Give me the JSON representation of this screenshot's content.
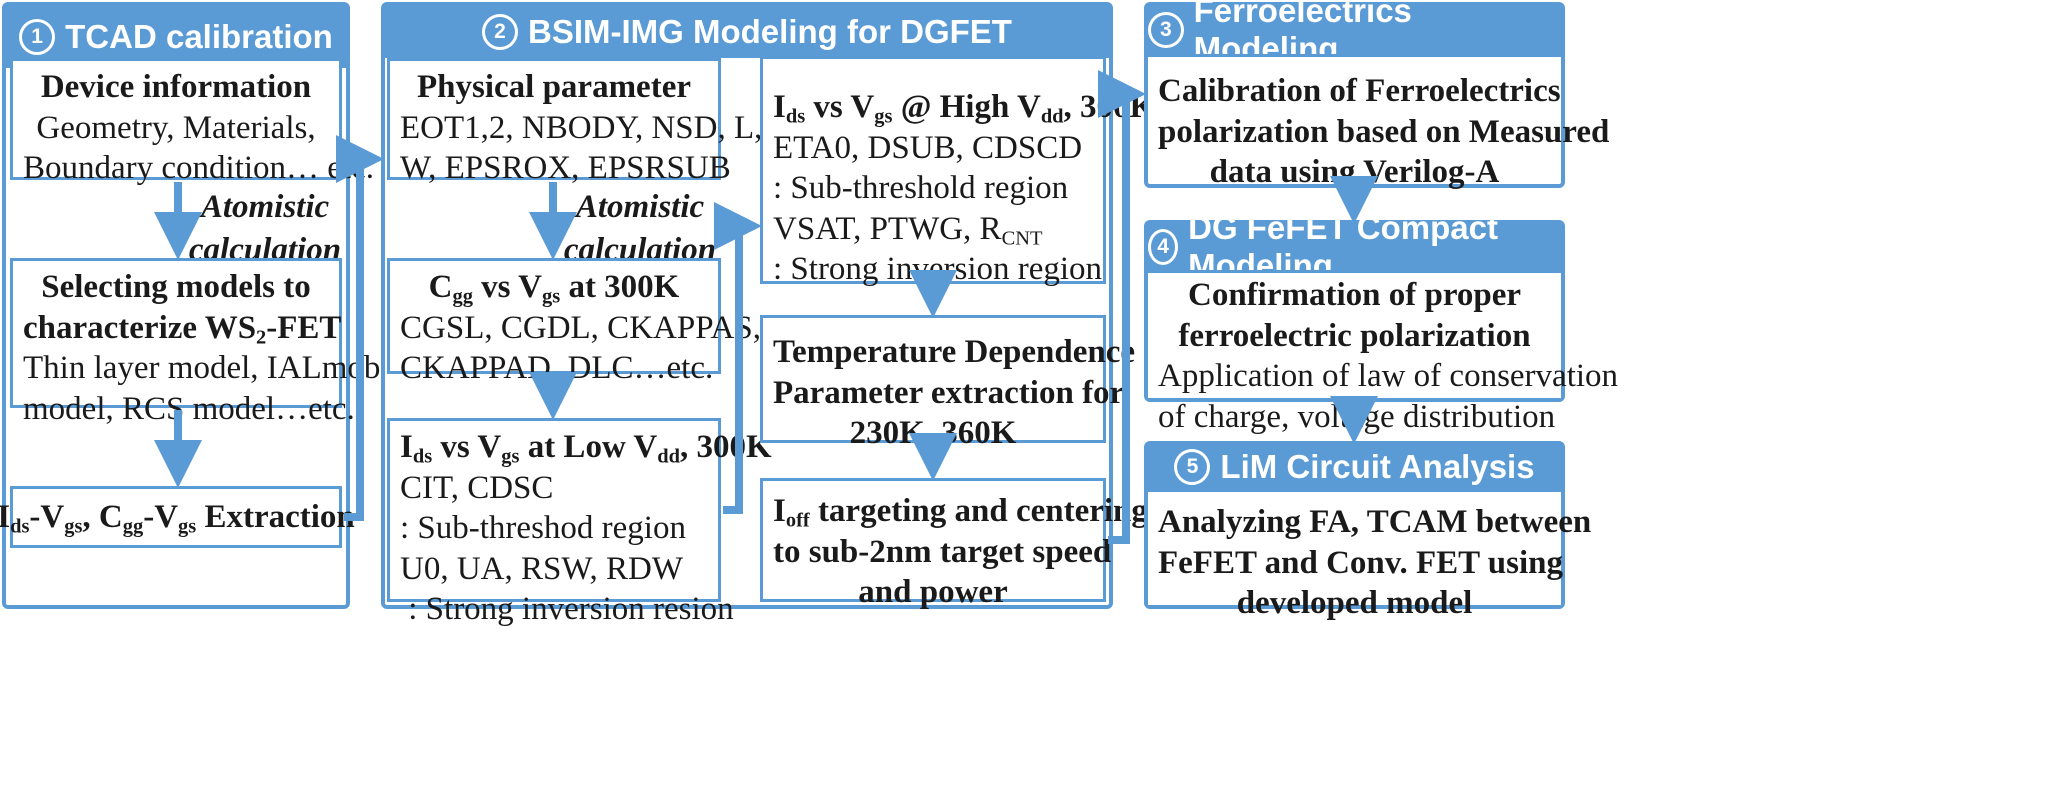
{
  "panels": {
    "p1": {
      "num": "1",
      "title": "TCAD calibration"
    },
    "p2": {
      "num": "2",
      "title": "BSIM-IMG Modeling for DGFET"
    },
    "p3": {
      "num": "3",
      "title": "Ferroelectrics Modeling"
    },
    "p4": {
      "num": "4",
      "title": "DG FeFET Compact Modeling"
    },
    "p5": {
      "num": "5",
      "title": "LiM Circuit Analysis"
    }
  },
  "tcad": {
    "device_info": {
      "title": "Device information",
      "l1": "Geometry, Materials,",
      "l2": "Boundary condition… etc."
    },
    "atomistic": {
      "l1": "Atomistic",
      "l2": "calculation"
    },
    "models": {
      "t1": "Selecting models to",
      "t2a": "characterize WS",
      "t2sub": "2",
      "t2b": "-FET",
      "l1": "Thin layer model, IALmob",
      "l2": "model, RCS model…etc."
    },
    "extraction": {
      "i": "I",
      "ds": "ds",
      "dashv": "-V",
      "gs1": "gs",
      "comma_c": ", C",
      "gg": "gg",
      "dashv2": "-V",
      "gs2": "gs",
      "rest": " Extraction"
    }
  },
  "bsim": {
    "physical": {
      "title": "Physical parameter",
      "l1": "EOT1,2, NBODY, NSD, L,",
      "l2": "W, EPSROX, EPSRSUB"
    },
    "atomistic": {
      "l1": "Atomistic",
      "l2": "calculation"
    },
    "cgg": {
      "c": "C",
      "gg": "gg",
      "vs": " vs V",
      "gs": "gs",
      "rest": " at 300K",
      "l1": "CGSL, CGDL, CKAPPAS,",
      "l2": "CKAPPAD, DLC…etc."
    },
    "low": {
      "i": "I",
      "ds": "ds",
      "vs": " vs V",
      "gs": "gs",
      "mid": " at Low V",
      "dd": "dd",
      "rest": ", 300K",
      "l1": "CIT, CDSC",
      "l2": ": Sub-threshod region",
      "l3": "U0, UA, RSW, RDW",
      "l4": " : Strong inversion resion"
    },
    "high": {
      "i": "I",
      "ds": "ds",
      "vs": " vs V",
      "gs": "gs",
      "mid": " @ High V",
      "dd": "dd",
      "rest": ", 300K",
      "l1": "ETA0, DSUB, CDSCD",
      "l2": ": Sub-threshold region",
      "l3a": "VSAT, PTWG, R",
      "l3sub": "CNT",
      "l4": ": Strong inversion region"
    },
    "temp": {
      "l1": "Temperature Dependence",
      "l2": "Parameter extraction for",
      "l3": "230K, 360K"
    },
    "ioff": {
      "i": "I",
      "off": "off",
      "rest": " targeting and centering",
      "l2": "to sub-2nm target speed",
      "l3": "and power"
    }
  },
  "ferro": {
    "l1": "Calibration of Ferroelectrics",
    "l2": "polarization based on Measured",
    "l3": "data using Verilog-A"
  },
  "compact": {
    "t1": "Confirmation of proper",
    "t2": "ferroelectric polarization",
    "l1": "Application of law of conservation",
    "l2": "of charge, voltage distribution"
  },
  "lim": {
    "l1": "Analyzing FA, TCAM between",
    "l2": "FeFET and Conv. FET using",
    "l3": "developed model"
  },
  "colors": {
    "accent": "#5b9bd5",
    "header_text": "#ffffff",
    "text": "#1a1a1a"
  }
}
